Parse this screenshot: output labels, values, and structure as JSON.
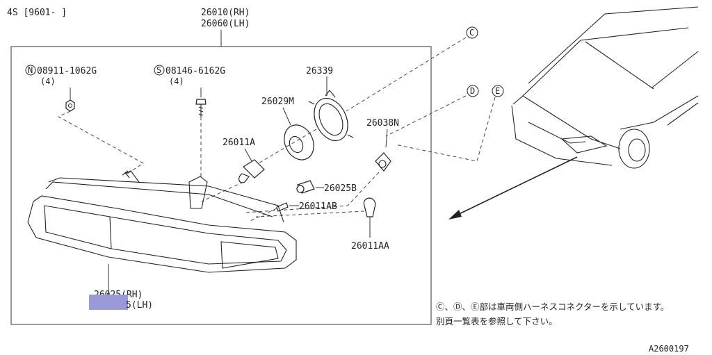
{
  "header": {
    "model_range": "4S [9601-     ]"
  },
  "diagram_code": "A2600197",
  "assembly": {
    "part_rh": "26010(RH)",
    "part_lh": "26060(LH)"
  },
  "lens": {
    "part_rh": "26025(RH)",
    "part_lh": "5(LH)"
  },
  "parts": {
    "nut": {
      "prefix": "N",
      "number": "08911-1062G",
      "qty": "(4)"
    },
    "screw": {
      "prefix": "S",
      "number": "08146-6162G",
      "qty": "(4)"
    },
    "retainer": "26339",
    "socket_m": "26029M",
    "bulb_a": "26011A",
    "socket_n": "26038N",
    "socket_b": "26025B",
    "bulb_ab": "26011AB",
    "bulb_aa": "26011AA"
  },
  "connectors": {
    "c": "C",
    "d": "D",
    "e": "E"
  },
  "note": {
    "line1": "Ⓒ、Ⓓ、Ⓔ部は車両側ハーネスコネクターを示しています。",
    "line2": "別頁一覧表を参照して下さい。"
  },
  "colors": {
    "highlight": "#9a98d8",
    "ink": "#222222"
  }
}
